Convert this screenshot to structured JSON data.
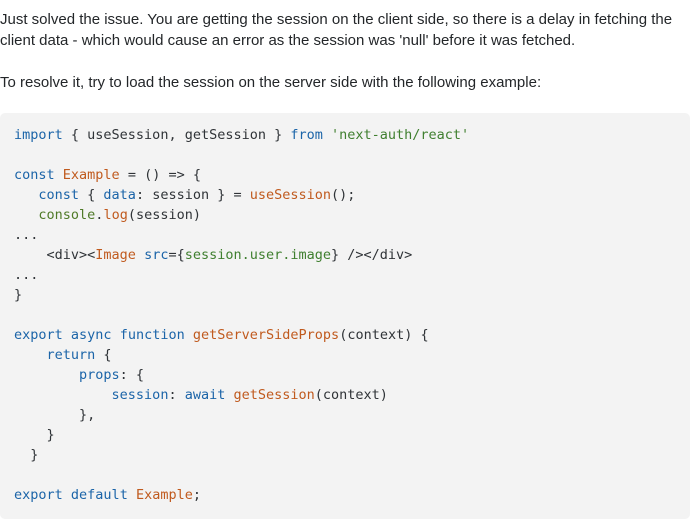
{
  "answer": {
    "paragraphs": [
      "Just solved the issue. You are getting the session on the client side, so there is a delay in fetching the client data - which would cause an error as the session was 'null' before it was fetched.",
      "To resolve it, try to load the session on the server side with the following example:"
    ]
  },
  "code": {
    "language": "jsx",
    "raw": "import { useSession, getSession } from 'next-auth/react'\n\nconst Example = () => {\n   const { data: session } = useSession();\n   console.log(session)\n...\n   <div><Image src={session.user.image} /></div>\n...\n}\n\nexport async function getServerSideProps(context) {\n    return {\n        props: {\n            session: await getSession(context)\n        },\n    }\n  }\n\nexport default Example;",
    "lines": [
      {
        "id": "l1",
        "tokens": [
          {
            "t": "import",
            "c": "kw"
          },
          {
            "t": " { useSession, getSession } ",
            "c": "plain"
          },
          {
            "t": "from",
            "c": "kw"
          },
          {
            "t": " ",
            "c": "plain"
          },
          {
            "t": "'next-auth/react'",
            "c": "str"
          }
        ]
      },
      {
        "id": "l2",
        "tokens": []
      },
      {
        "id": "l3",
        "tokens": [
          {
            "t": "const",
            "c": "kw"
          },
          {
            "t": " ",
            "c": "plain"
          },
          {
            "t": "Example",
            "c": "fn"
          },
          {
            "t": " = () => {",
            "c": "plain"
          }
        ]
      },
      {
        "id": "l4",
        "tokens": [
          {
            "t": "   ",
            "c": "plain"
          },
          {
            "t": "const",
            "c": "kw"
          },
          {
            "t": " { ",
            "c": "plain"
          },
          {
            "t": "data",
            "c": "prop"
          },
          {
            "t": ": session } = ",
            "c": "plain"
          },
          {
            "t": "useSession",
            "c": "fn"
          },
          {
            "t": "();",
            "c": "plain"
          }
        ]
      },
      {
        "id": "l5",
        "tokens": [
          {
            "t": "   ",
            "c": "plain"
          },
          {
            "t": "console",
            "c": "obj"
          },
          {
            "t": ".",
            "c": "plain"
          },
          {
            "t": "log",
            "c": "fn"
          },
          {
            "t": "(session)",
            "c": "plain"
          }
        ]
      },
      {
        "id": "l6",
        "tokens": [
          {
            "t": "...",
            "c": "plain"
          }
        ]
      },
      {
        "id": "l7",
        "tokens": [
          {
            "t": "    <div><",
            "c": "plain"
          },
          {
            "t": "Image",
            "c": "fn"
          },
          {
            "t": " ",
            "c": "plain"
          },
          {
            "t": "src",
            "c": "attr"
          },
          {
            "t": "={",
            "c": "plain"
          },
          {
            "t": "session.user.image",
            "c": "green"
          },
          {
            "t": "} /></div>",
            "c": "plain"
          }
        ]
      },
      {
        "id": "l8",
        "tokens": [
          {
            "t": "...",
            "c": "plain"
          }
        ]
      },
      {
        "id": "l9",
        "tokens": [
          {
            "t": "}",
            "c": "plain"
          }
        ]
      },
      {
        "id": "l10",
        "tokens": []
      },
      {
        "id": "l11",
        "tokens": [
          {
            "t": "export",
            "c": "kw"
          },
          {
            "t": " ",
            "c": "plain"
          },
          {
            "t": "async",
            "c": "kw"
          },
          {
            "t": " ",
            "c": "plain"
          },
          {
            "t": "function",
            "c": "kw"
          },
          {
            "t": " ",
            "c": "plain"
          },
          {
            "t": "getServerSideProps",
            "c": "fn"
          },
          {
            "t": "(context) {",
            "c": "plain"
          }
        ]
      },
      {
        "id": "l12",
        "tokens": [
          {
            "t": "    ",
            "c": "plain"
          },
          {
            "t": "return",
            "c": "kw"
          },
          {
            "t": " {",
            "c": "plain"
          }
        ]
      },
      {
        "id": "l13",
        "tokens": [
          {
            "t": "        ",
            "c": "plain"
          },
          {
            "t": "props",
            "c": "prop"
          },
          {
            "t": ": {",
            "c": "plain"
          }
        ]
      },
      {
        "id": "l14",
        "tokens": [
          {
            "t": "            ",
            "c": "plain"
          },
          {
            "t": "session",
            "c": "prop"
          },
          {
            "t": ": ",
            "c": "plain"
          },
          {
            "t": "await",
            "c": "kw"
          },
          {
            "t": " ",
            "c": "plain"
          },
          {
            "t": "getSession",
            "c": "fn"
          },
          {
            "t": "(context)",
            "c": "plain"
          }
        ]
      },
      {
        "id": "l15",
        "tokens": [
          {
            "t": "        },",
            "c": "plain"
          }
        ]
      },
      {
        "id": "l16",
        "tokens": [
          {
            "t": "    }",
            "c": "plain"
          }
        ]
      },
      {
        "id": "l17",
        "tokens": [
          {
            "t": "  }",
            "c": "plain"
          }
        ]
      },
      {
        "id": "l18",
        "tokens": []
      },
      {
        "id": "l19",
        "tokens": [
          {
            "t": "export",
            "c": "kw"
          },
          {
            "t": " ",
            "c": "plain"
          },
          {
            "t": "default",
            "c": "kw"
          },
          {
            "t": " ",
            "c": "plain"
          },
          {
            "t": "Example",
            "c": "fn"
          },
          {
            "t": ";",
            "c": "plain"
          }
        ]
      }
    ]
  },
  "colors": {
    "code_background": "#f3f3f3",
    "body_text": "#232629",
    "keyword": "#1b64a8",
    "function": "#c05a1e",
    "string": "#3f7f2f",
    "object": "#4f7a28",
    "plain": "#2f3337"
  }
}
